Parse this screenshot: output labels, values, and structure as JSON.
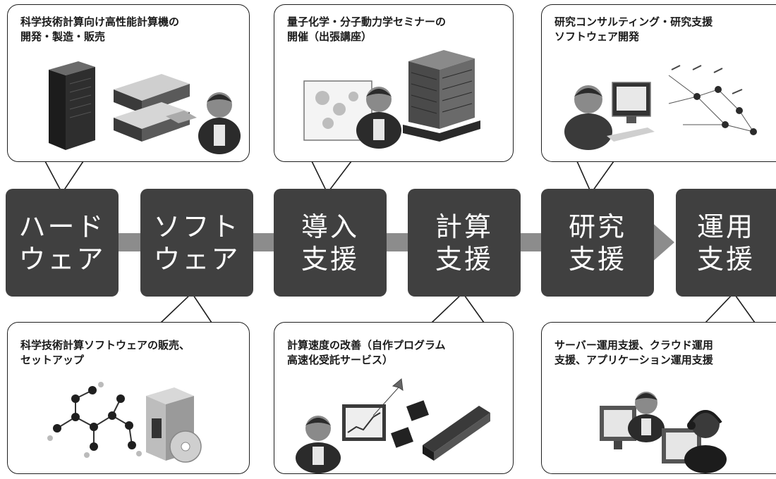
{
  "steps": [
    {
      "label": [
        "ハード",
        "ウェア"
      ]
    },
    {
      "label": [
        "ソフト",
        "ウェア"
      ]
    },
    {
      "label": [
        "導入",
        "支援"
      ]
    },
    {
      "label": [
        "計算",
        "支援"
      ]
    },
    {
      "label": [
        "研究",
        "支援"
      ]
    },
    {
      "label": [
        "運用",
        "支援"
      ]
    }
  ],
  "top_bubbles": [
    {
      "text": [
        "科学技術計算向け高性能計算機の",
        "開発・製造・販売"
      ]
    },
    {
      "text": [
        "量子化学・分子動力学セミナーの",
        "開催（出張講座）"
      ]
    },
    {
      "text": [
        "研究コンサルティング・研究支援",
        "ソフトウェア開発"
      ]
    }
  ],
  "bottom_bubbles": [
    {
      "text": [
        "科学技術計算ソフトウェアの販売、",
        "セットアップ"
      ]
    },
    {
      "text": [
        "計算速度の改善（自作プログラム",
        "高速化受託サービス）"
      ]
    },
    {
      "text": [
        "サーバー運用支援、クラウド運用",
        "支援、アプリケーション運用支援"
      ]
    }
  ],
  "colors": {
    "step_box": "#404040",
    "connector": "#8c8c8c",
    "bubble_border": "#1f1f1f"
  }
}
